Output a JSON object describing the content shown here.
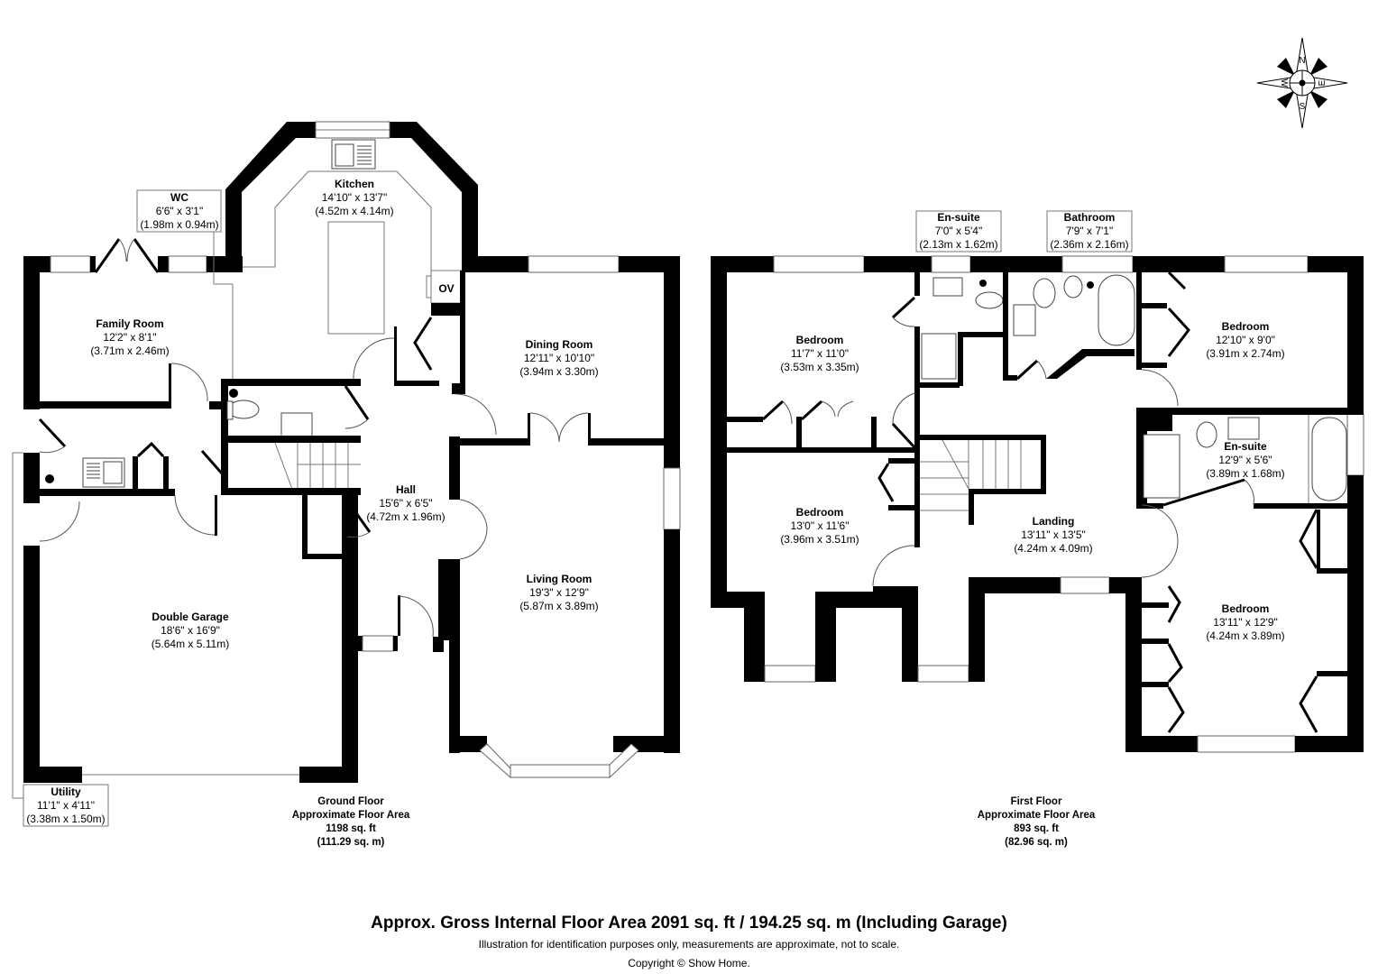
{
  "title": "Floor Plan",
  "ground_floor": {
    "rooms": [
      {
        "id": "kitchen",
        "name": "Kitchen",
        "imperial": "14'10\" x 13'7\"",
        "metric": "(4.52m x 4.14m)"
      },
      {
        "id": "wc",
        "name": "WC",
        "imperial": "6'6\" x 3'1\"",
        "metric": "(1.98m x 0.94m)"
      },
      {
        "id": "family-room",
        "name": "Family Room",
        "imperial": "12'2\" x 8'1\"",
        "metric": "(3.71m x 2.46m)"
      },
      {
        "id": "dining-room",
        "name": "Dining Room",
        "imperial": "12'11\" x 10'10\"",
        "metric": "(3.94m x 3.30m)"
      },
      {
        "id": "hall",
        "name": "Hall",
        "imperial": "15'6\" x 6'5\"",
        "metric": "(4.72m x 1.96m)"
      },
      {
        "id": "living-room",
        "name": "Living Room",
        "imperial": "19'3\" x 12'9\"",
        "metric": "(5.87m x 3.89m)"
      },
      {
        "id": "double-garage",
        "name": "Double Garage",
        "imperial": "18'6\" x 16'9\"",
        "metric": "(5.64m x 5.11m)"
      },
      {
        "id": "utility",
        "name": "Utility",
        "imperial": "11'1\" x 4'11\"",
        "metric": "(3.38m x 1.50m)"
      }
    ],
    "oven_label": "OV",
    "summary": {
      "name": "Ground Floor",
      "label": "Approximate Floor Area",
      "sqft": "1198 sq. ft",
      "sqm": "(111.29 sq. m)"
    }
  },
  "first_floor": {
    "rooms": [
      {
        "id": "bedroom-1",
        "name": "Bedroom",
        "imperial": "11'7\" x 11'0\"",
        "metric": "(3.53m x 3.35m)"
      },
      {
        "id": "ensuite-1",
        "name": "En-suite",
        "imperial": "7'0\" x 5'4\"",
        "metric": "(2.13m x 1.62m)"
      },
      {
        "id": "bathroom",
        "name": "Bathroom",
        "imperial": "7'9\" x 7'1\"",
        "metric": "(2.36m x 2.16m)"
      },
      {
        "id": "bedroom-2",
        "name": "Bedroom",
        "imperial": "12'10\" x 9'0\"",
        "metric": "(3.91m x 2.74m)"
      },
      {
        "id": "ensuite-2",
        "name": "En-suite",
        "imperial": "12'9\" x 5'6\"",
        "metric": "(3.89m x 1.68m)"
      },
      {
        "id": "bedroom-3",
        "name": "Bedroom",
        "imperial": "13'0\" x 11'6\"",
        "metric": "(3.96m x 3.51m)"
      },
      {
        "id": "landing",
        "name": "Landing",
        "imperial": "13'11\" x 13'5\"",
        "metric": "(4.24m x 4.09m)"
      },
      {
        "id": "bedroom-4",
        "name": "Bedroom",
        "imperial": "13'11\" x 12'9\"",
        "metric": "(4.24m x 3.89m)"
      }
    ],
    "summary": {
      "name": "First Floor",
      "label": "Approximate Floor Area",
      "sqft": "893 sq. ft",
      "sqm": "(82.96 sq. m)"
    }
  },
  "compass": {
    "n": "N",
    "s": "S",
    "e": "E",
    "w": "W",
    "icon": "compass-rose-icon"
  },
  "footer": {
    "gross_area": "Approx. Gross Internal Floor Area 2091 sq. ft / 194.25 sq. m (Including Garage)",
    "disclaimer": "Illustration for identification purposes only, measurements are approximate, not to scale.",
    "copyright": "Copyright © Show Home."
  }
}
